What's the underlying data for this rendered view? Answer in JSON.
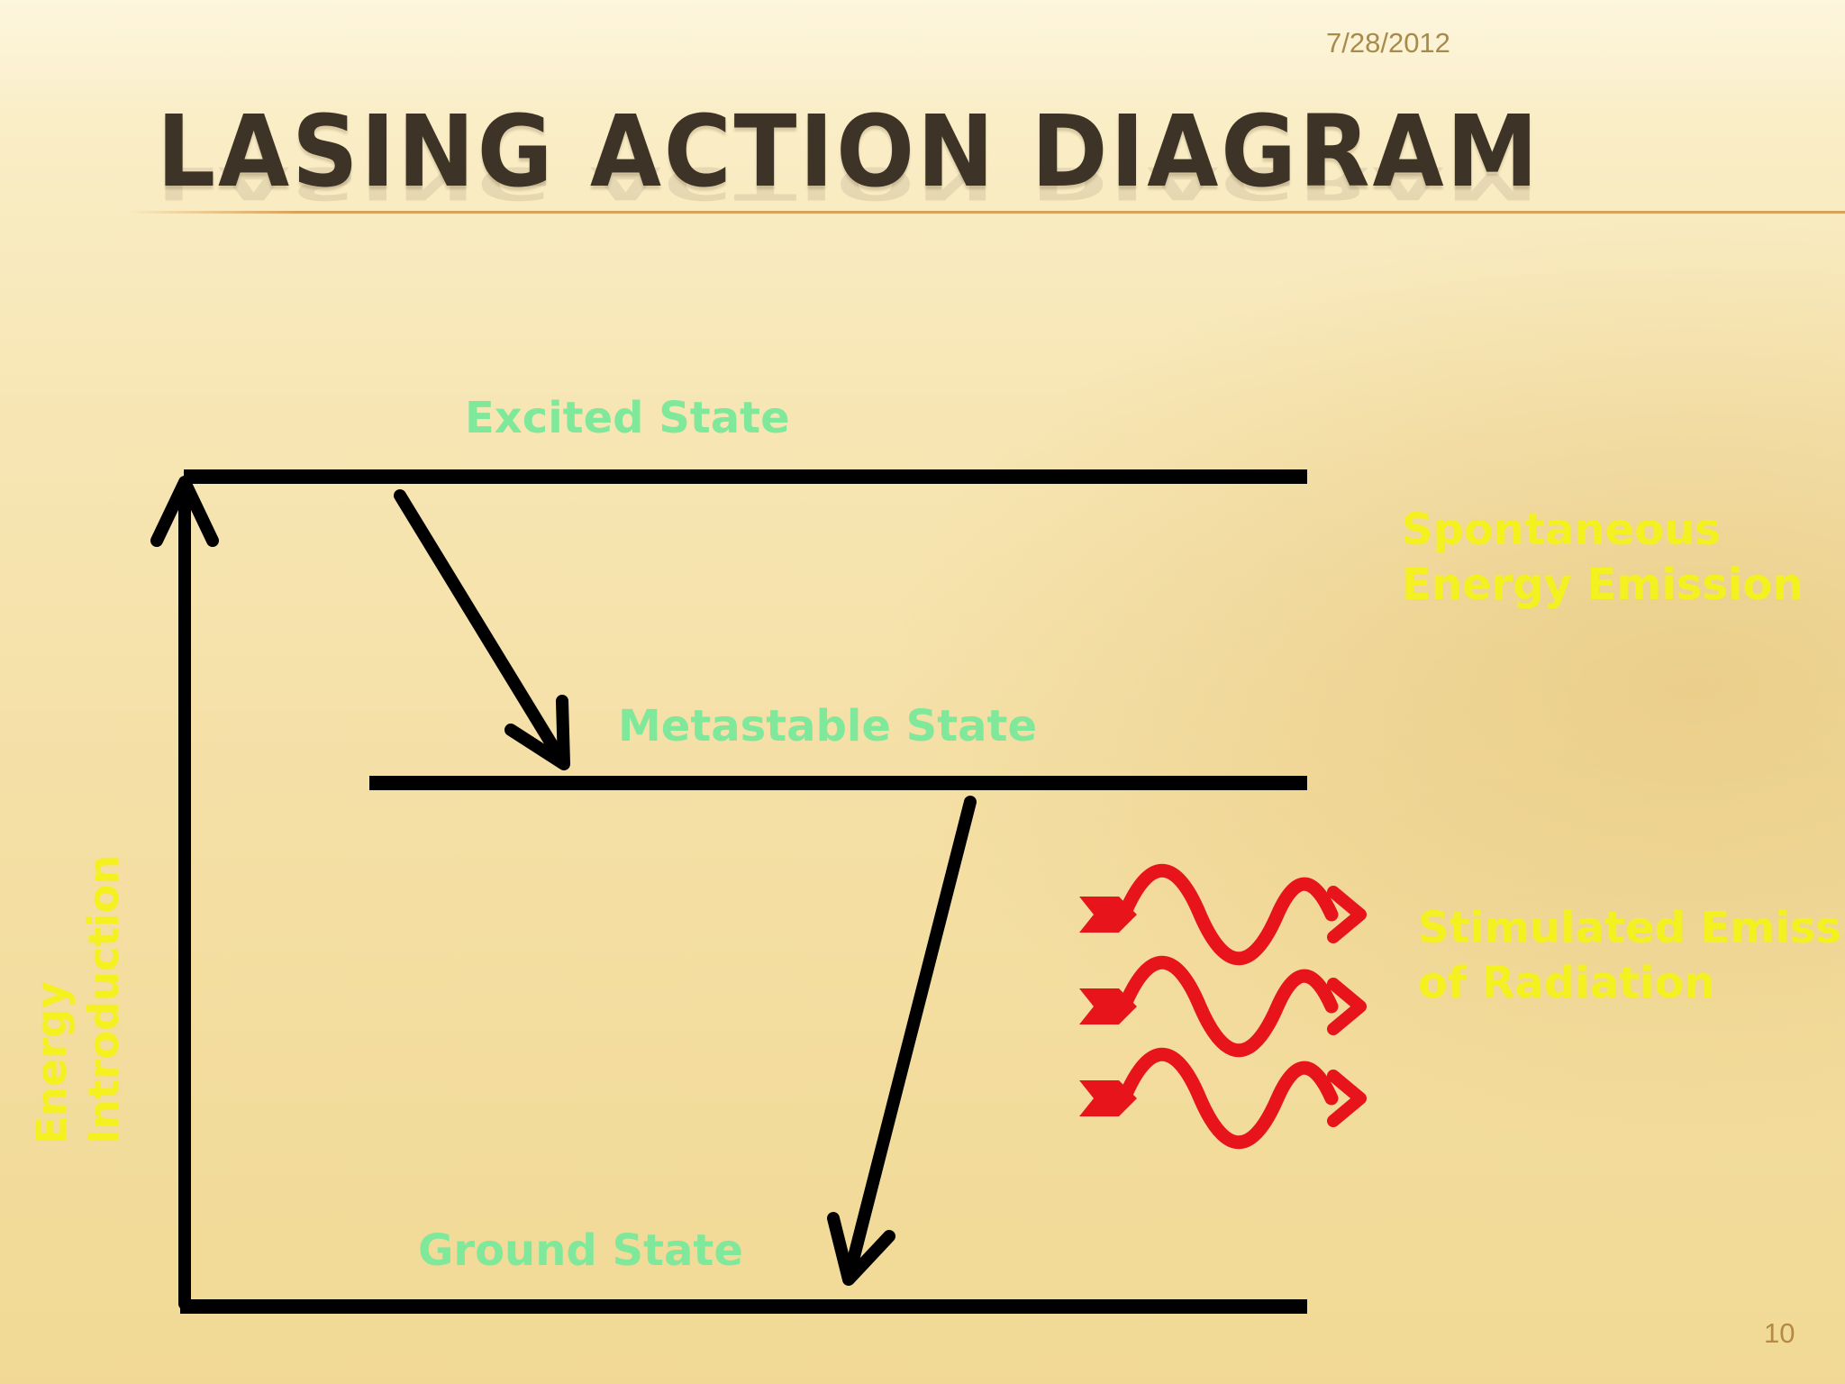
{
  "slide": {
    "date": "7/28/2012",
    "title": "LASING ACTION DIAGRAM",
    "page_number": "10"
  },
  "diagram": {
    "states": {
      "excited": "Excited State",
      "metastable": "Metastable State",
      "ground": "Ground State"
    },
    "spontaneous_emission": [
      "Spontaneous",
      "Energy Emission"
    ],
    "stimulated_emission": [
      "Stimulated Emission",
      "of Radiation"
    ],
    "energy_introduction": [
      "Energy",
      "Introduction"
    ],
    "colors": {
      "state_label": "#7fe89a",
      "emission_label": "#f5f020",
      "level_line": "#000000",
      "photon_wave": "#e8141c"
    },
    "photon_count": 3
  }
}
